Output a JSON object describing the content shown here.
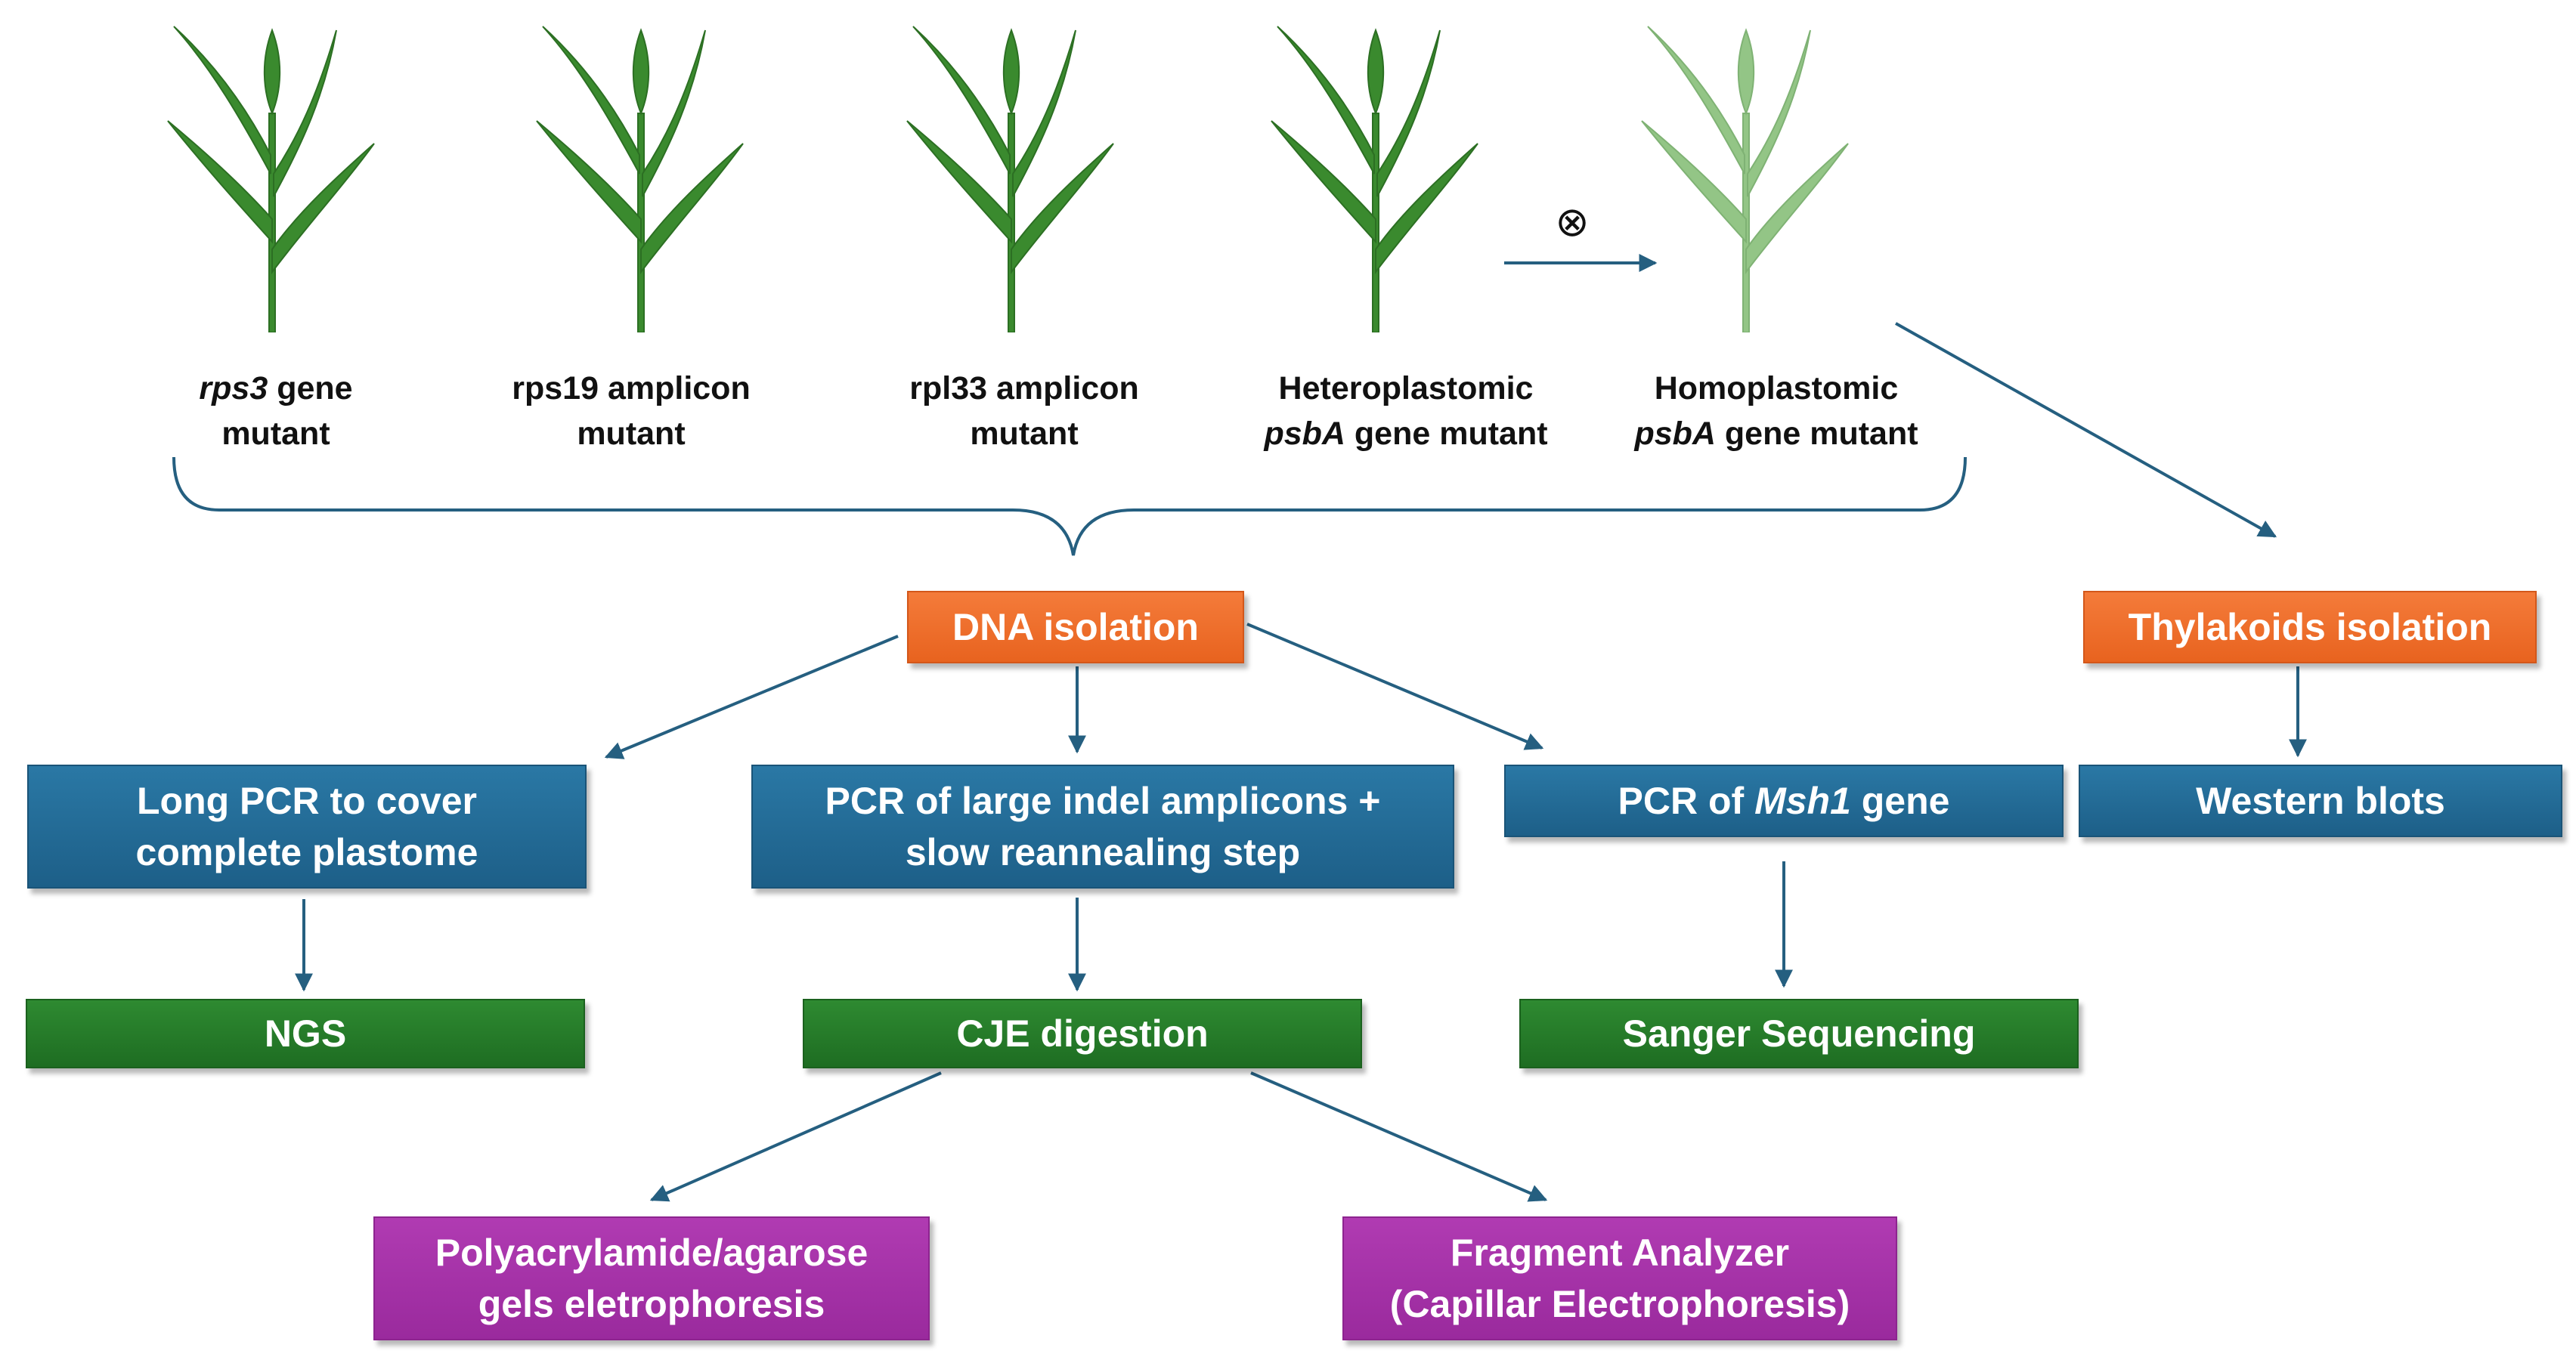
{
  "colors": {
    "plant_green": "#3a8a2e",
    "plant_light": "#93c586",
    "connector": "#255f80",
    "orange": "#ec6b26",
    "blue": "#1f6690",
    "green": "#257a28",
    "purple": "#a2309f"
  },
  "plants": [
    {
      "line1_prefix_italic": "rps3",
      "line1_rest": " gene",
      "line2": "mutant"
    },
    {
      "line1": "rps19 amplicon",
      "line2": "mutant"
    },
    {
      "line1": "rpl33 amplicon",
      "line2": "mutant"
    },
    {
      "line1": "Heteroplastomic",
      "line2_prefix_italic": "psbA",
      "line2_rest": " gene mutant"
    },
    {
      "line1": "Homoplastomic",
      "line2_prefix_italic": "psbA",
      "line2_rest": " gene mutant"
    }
  ],
  "self_cross_symbol": "⊗",
  "boxes": {
    "dna_isolation": "DNA isolation",
    "thylakoids_isolation": "Thylakoids isolation",
    "long_pcr": {
      "line1": "Long PCR to cover",
      "line2": "complete plastome"
    },
    "pcr_indel": {
      "line1": "PCR of large indel amplicons +",
      "line2": "slow reannealing step"
    },
    "pcr_msh1": {
      "prefix": "PCR of ",
      "italic": "Msh1",
      "suffix": " gene"
    },
    "western_blots": "Western blots",
    "ngs": "NGS",
    "cje_digestion": "CJE digestion",
    "sanger": "Sanger Sequencing",
    "gels": {
      "line1": "Polyacrylamide/agarose",
      "line2": "gels eletrophoresis"
    },
    "fragment": {
      "line1": "Fragment Analyzer",
      "line2": "(Capillar Electrophoresis)"
    }
  }
}
